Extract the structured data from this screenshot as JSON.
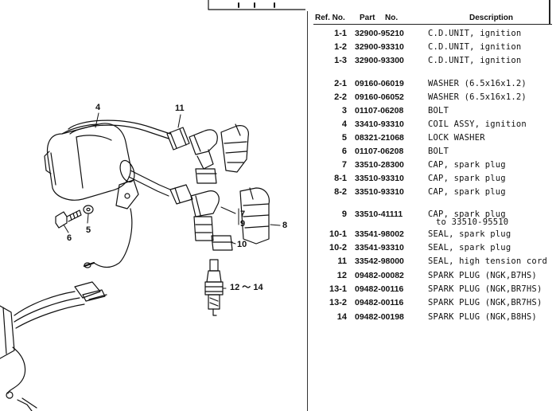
{
  "table": {
    "headers": {
      "ref": "Ref. No.",
      "part": "Part",
      "no": "No.",
      "description": "Description"
    },
    "rows": [
      {
        "ref": "1-1",
        "part": "32900-95210",
        "desc": "C.D.UNIT, ignition",
        "sub": ""
      },
      {
        "ref": "1-2",
        "part": "32900-93310",
        "desc": "C.D.UNIT, ignition",
        "sub": ""
      },
      {
        "ref": "1-3",
        "part": "32900-93300",
        "desc": "C.D.UNIT, ignition",
        "sub": ""
      },
      {
        "ref": "2-1",
        "part": "09160-06019",
        "desc": "WASHER (6.5x16x1.2)",
        "sub": ""
      },
      {
        "ref": "2-2",
        "part": "09160-06052",
        "desc": "WASHER (6.5x16x1.2)",
        "sub": ""
      },
      {
        "ref": "3",
        "part": "01107-06208",
        "desc": "BOLT",
        "sub": ""
      },
      {
        "ref": "4",
        "part": "33410-93310",
        "desc": "COIL ASSY, ignition",
        "sub": ""
      },
      {
        "ref": "5",
        "part": "08321-21068",
        "desc": "LOCK WASHER",
        "sub": ""
      },
      {
        "ref": "6",
        "part": "01107-06208",
        "desc": "BOLT",
        "sub": ""
      },
      {
        "ref": "7",
        "part": "33510-28300",
        "desc": "CAP, spark plug",
        "sub": ""
      },
      {
        "ref": "8-1",
        "part": "33510-93310",
        "desc": "CAP, spark plug",
        "sub": ""
      },
      {
        "ref": "8-2",
        "part": "33510-93310",
        "desc": "CAP, spark plug",
        "sub": ""
      },
      {
        "ref": "9",
        "part": "33510-41111",
        "desc": "CAP, spark plug",
        "sub": "to 33510-95510"
      },
      {
        "ref": "10-1",
        "part": "33541-98002",
        "desc": "SEAL, spark plug",
        "sub": ""
      },
      {
        "ref": "10-2",
        "part": "33541-93310",
        "desc": "SEAL, spark plug",
        "sub": ""
      },
      {
        "ref": "11",
        "part": "33542-98000",
        "desc": "SEAL, high tension cord",
        "sub": ""
      },
      {
        "ref": "12",
        "part": "09482-00082",
        "desc": "SPARK PLUG (NGK,B7HS)",
        "sub": ""
      },
      {
        "ref": "13-1",
        "part": "09482-00116",
        "desc": "SPARK PLUG (NGK,BR7HS)",
        "sub": ""
      },
      {
        "ref": "13-2",
        "part": "09482-00116",
        "desc": "SPARK PLUG (NGK,BR7HS)",
        "sub": ""
      },
      {
        "ref": "14",
        "part": "09482-00198",
        "desc": "SPARK PLUG (NGK,B8HS)",
        "sub": ""
      }
    ]
  },
  "diagram": {
    "callouts": {
      "c4": "4",
      "c11": "11",
      "c6": "6",
      "c5": "5",
      "c7": "7",
      "c9": "9",
      "c8": "8",
      "c10": "10",
      "c12": "12 ～ 14"
    }
  }
}
